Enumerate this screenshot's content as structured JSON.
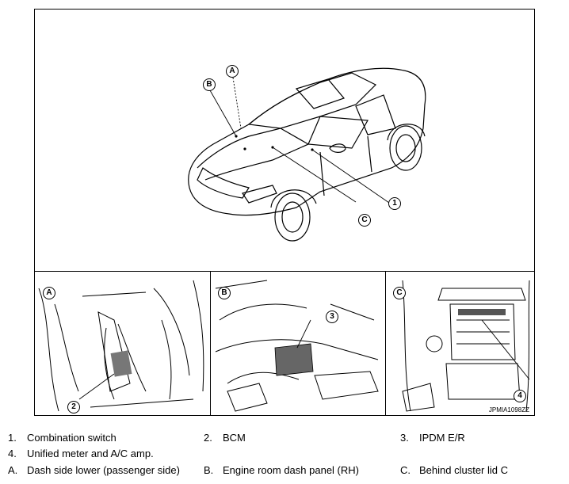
{
  "figure": {
    "callouts": {
      "A": "A",
      "B": "B",
      "C": "C",
      "one": "1",
      "two": "2",
      "three": "3",
      "four": "4"
    },
    "code": "JPMIA1098ZZ"
  },
  "legend": [
    {
      "num": "1.",
      "text": "Combination switch"
    },
    {
      "num": "2.",
      "text": "BCM"
    },
    {
      "num": "3.",
      "text": "IPDM E/R"
    },
    {
      "num": "4.",
      "text": "Unified meter and A/C amp."
    },
    {
      "num": "A.",
      "text": "Dash side lower (passenger side)"
    },
    {
      "num": "B.",
      "text": "Engine room dash panel (RH)"
    },
    {
      "num": "C.",
      "text": "Behind cluster lid C"
    }
  ]
}
